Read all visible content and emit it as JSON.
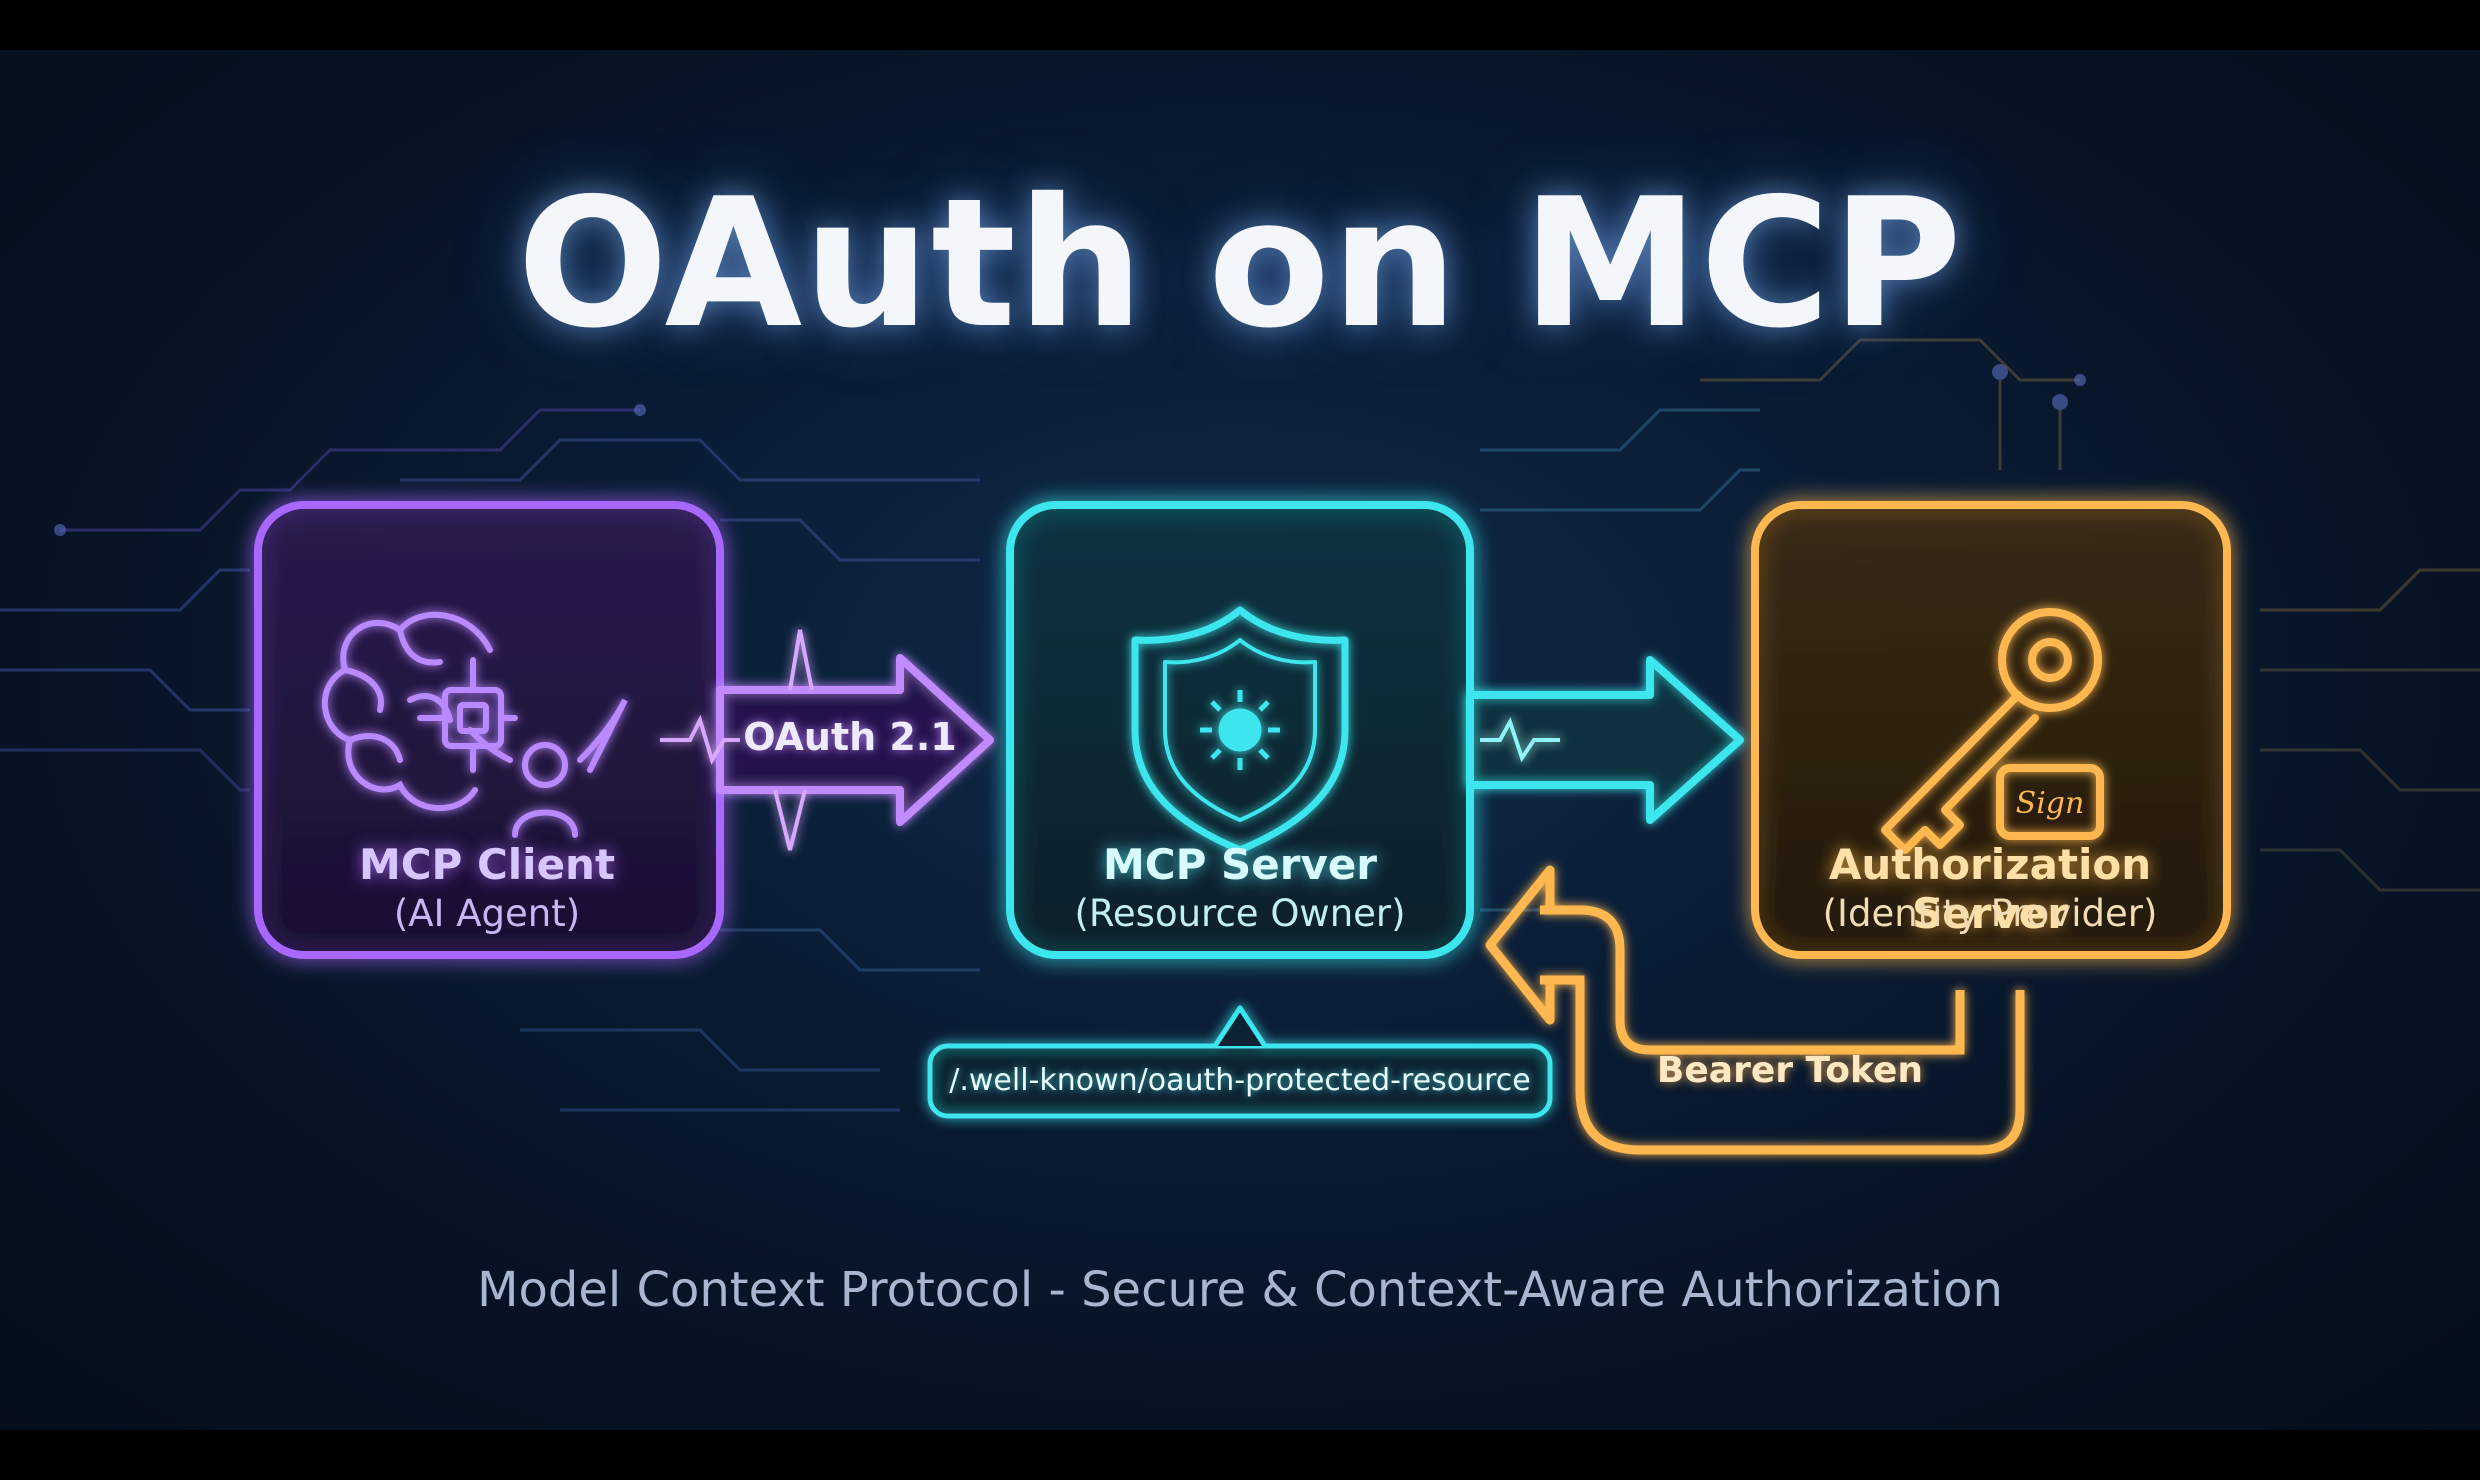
{
  "title": "OAuth on MCP",
  "subtitle": "Model Context Protocol - Secure & Context-Aware Authorization",
  "colors": {
    "client": "#a868ff",
    "server": "#3ee6ee",
    "auth": "#ffb850",
    "background": "#0a1d36"
  },
  "nodes": {
    "client": {
      "name": "MCP Client",
      "sub": "(AI Agent)",
      "icon": "brain-agent-icon"
    },
    "server": {
      "name": "MCP Server",
      "sub": "(Resource Owner)",
      "icon": "shield-icon"
    },
    "auth": {
      "name": "Authorization Server",
      "sub": "(Identity Provider)",
      "icon": "key-icon",
      "signature": "Sign"
    }
  },
  "edges": {
    "oauth": "OAuth 2.1",
    "well_known": "/.well-known/oauth-protected-resource",
    "bearer": "Bearer Token"
  }
}
